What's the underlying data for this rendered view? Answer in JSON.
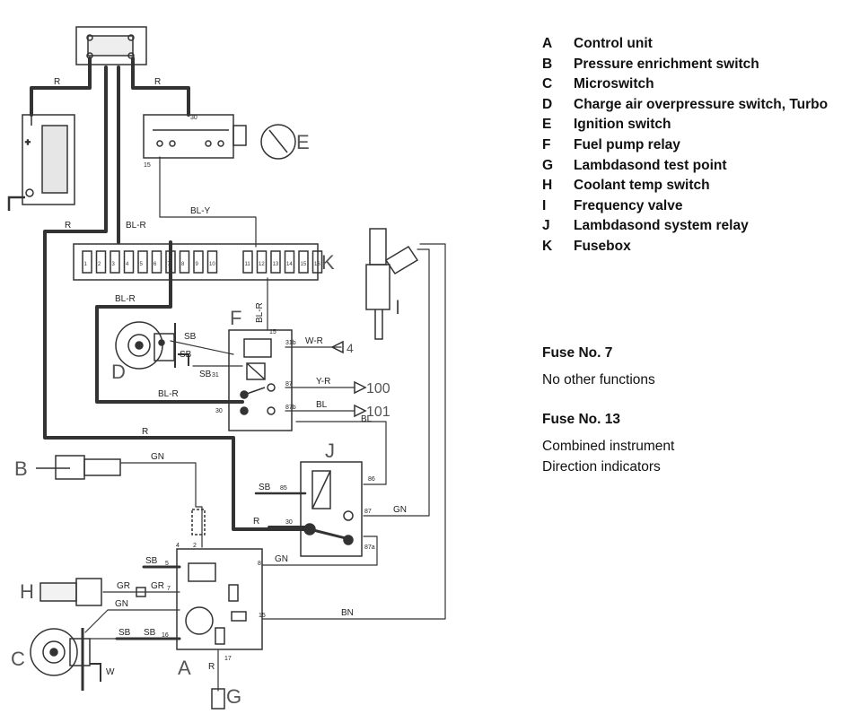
{
  "legend": [
    {
      "key": "A",
      "label": "Control unit"
    },
    {
      "key": "B",
      "label": "Pressure enrichment switch"
    },
    {
      "key": "C",
      "label": "Microswitch"
    },
    {
      "key": "D",
      "label": "Charge air overpressure switch, Turbo"
    },
    {
      "key": "E",
      "label": "Ignition switch"
    },
    {
      "key": "F",
      "label": "Fuel pump relay"
    },
    {
      "key": "G",
      "label": "Lambdasond test point"
    },
    {
      "key": "H",
      "label": "Coolant temp switch"
    },
    {
      "key": "I",
      "label": "Frequency valve"
    },
    {
      "key": "J",
      "label": "Lambdasond system relay"
    },
    {
      "key": "K",
      "label": "Fusebox"
    }
  ],
  "fuse7": {
    "title": "Fuse No. 7",
    "lines": [
      "No other functions"
    ]
  },
  "fuse13": {
    "title": "Fuse No. 13",
    "lines": [
      "Combined instrument",
      "Direction indicators"
    ]
  },
  "diagram": {
    "components": {
      "a": "A",
      "b": "B",
      "c": "C",
      "d": "D",
      "e": "E",
      "f": "F",
      "g": "G",
      "h": "H",
      "i": "I",
      "j": "J",
      "k": "K"
    },
    "wires": {
      "r_batt": "R",
      "r_e": "R",
      "bl_y": "BL-Y",
      "r_left": "R",
      "bl_r_top": "BL-R",
      "bl_r_fuse": "BL-R",
      "bl_r_vert": "BL-R",
      "bl_r_low": "BL-R",
      "sb_d1": "SB",
      "sb_d2": "SB",
      "sb_f": "SB",
      "w_r": "W-R",
      "y_r": "Y-R",
      "bl_101": "BL",
      "bl_101b": "BL",
      "r_mid": "R",
      "gn_b": "GN",
      "sb_j": "SB",
      "r_j": "R",
      "gn_j": "GN",
      "gn_a": "GN",
      "gr_h1": "GR",
      "gr_h2": "GR",
      "gn_c": "GN",
      "sb_a": "SB",
      "sb_c1": "SB",
      "sb_c2": "SB",
      "bn": "BN",
      "r_g": "R",
      "w_c": "W",
      "sb_a16": "SB"
    },
    "terms": {
      "t30e": "30",
      "t15e": "15",
      "f15": "15",
      "f31b": "31b",
      "f31": "31",
      "f87": "87",
      "f30": "30",
      "f87b": "87b",
      "j85": "85",
      "j86": "86",
      "j30": "30",
      "j87": "87",
      "j87a": "87a",
      "a4": "4",
      "a2": "2",
      "a5": "5",
      "a8": "8",
      "a7": "7",
      "a15": "15",
      "a16": "16",
      "a17": "17"
    },
    "outputs": {
      "o4": "4",
      "o100": "100",
      "o101": "101"
    },
    "fuses": [
      "1",
      "2",
      "3",
      "4",
      "5",
      "6",
      "7",
      "8",
      "9",
      "10",
      "11",
      "12",
      "13",
      "14",
      "15",
      "16"
    ]
  }
}
